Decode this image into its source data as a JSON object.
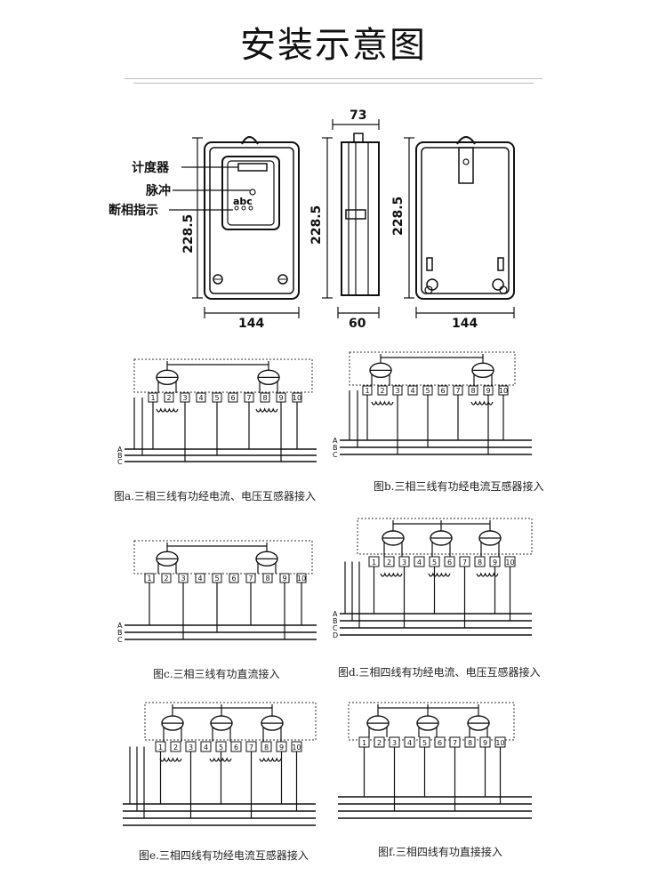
{
  "title": "安装示意图",
  "labels": {
    "counter": "计度器",
    "pulse": "脉冲",
    "phase_indicator": "断相指示",
    "abc": "abc"
  },
  "dimensions": {
    "front_height": "228.5",
    "front_width": "144",
    "side_top": "73",
    "side_height": "228.5",
    "side_bottom": "60",
    "back_height": "228.5",
    "back_width": "144"
  },
  "diagrams": [
    {
      "caption": "图a.三相三线有功经电流、电压互感器接入",
      "lines": [
        "A",
        "B",
        "C"
      ]
    },
    {
      "caption": "图b.三相三线有功经电流互感器接入",
      "lines": [
        "A",
        "B",
        "C"
      ]
    },
    {
      "caption": "图c.三相三线有功直流接入",
      "lines": [
        "A",
        "B",
        "C"
      ]
    },
    {
      "caption": "图d.三相四线有功经电流、电压互感器接入",
      "lines": [
        "A",
        "B",
        "C",
        "D"
      ]
    },
    {
      "caption": "图e.三相四线有功经电流互感器接入",
      "lines": []
    },
    {
      "caption": "图f.三相四线有功直接接入",
      "lines": []
    }
  ],
  "terminals": [
    "1",
    "2",
    "3",
    "4",
    "5",
    "6",
    "7",
    "8",
    "9",
    "10"
  ]
}
